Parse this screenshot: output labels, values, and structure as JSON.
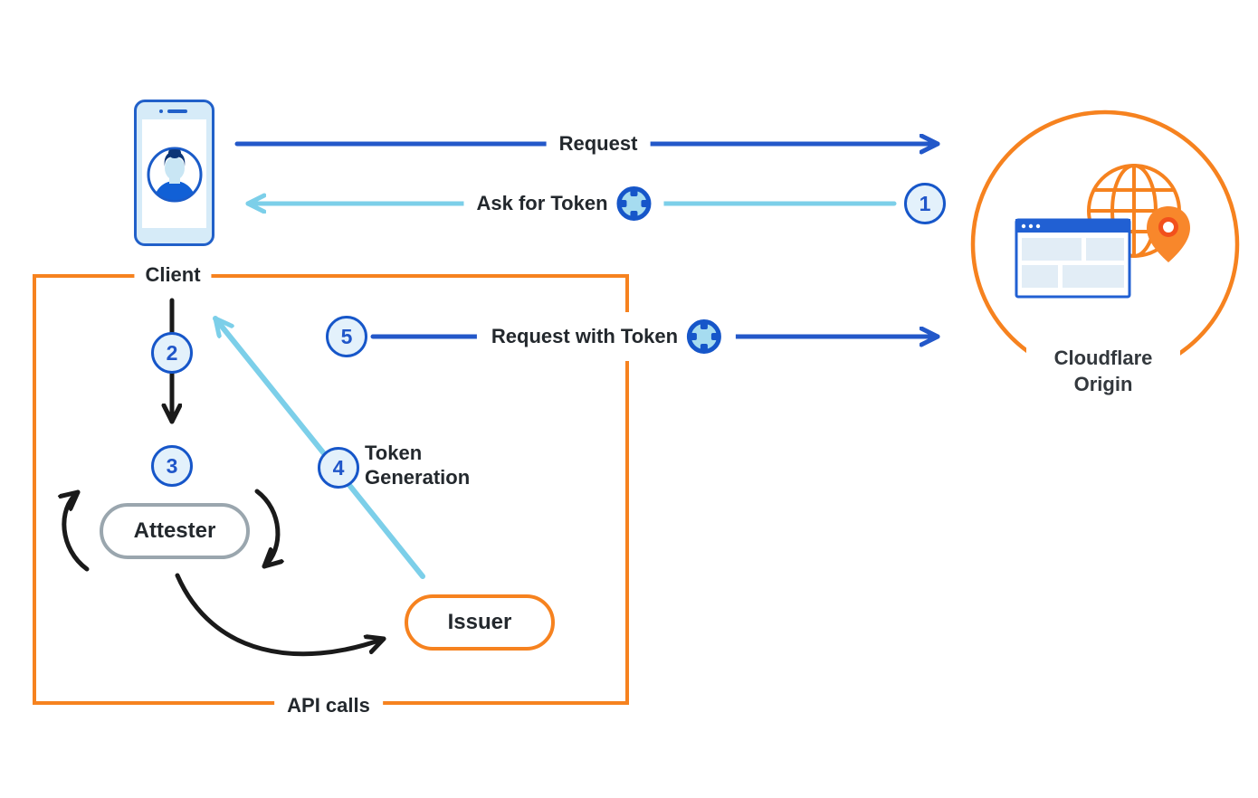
{
  "nodes": {
    "client": {
      "label": "Client"
    },
    "attester": {
      "label": "Attester"
    },
    "issuer": {
      "label": "Issuer"
    },
    "cloudflare_origin": {
      "line1": "Cloudflare",
      "line2": "Origin"
    }
  },
  "flows": {
    "request": {
      "label": "Request"
    },
    "ask_for_token": {
      "label": "Ask for Token",
      "step": "1"
    },
    "client_to_attester": {
      "step": "2"
    },
    "attestation": {
      "step": "3"
    },
    "token_generation": {
      "line1": "Token",
      "line2": "Generation",
      "step": "4"
    },
    "request_with_token": {
      "label": "Request with Token",
      "step": "5"
    },
    "api_calls": {
      "label": "API calls"
    }
  },
  "colors": {
    "dark_blue": "#2358C9",
    "light_blue": "#7CCFE9",
    "orange": "#F6821F",
    "badge_border": "#1656C9",
    "badge_fill": "#E3F1FB",
    "attester_border": "#9AA6AE",
    "pin_ring": "#F2501C",
    "text": "#23282D"
  }
}
